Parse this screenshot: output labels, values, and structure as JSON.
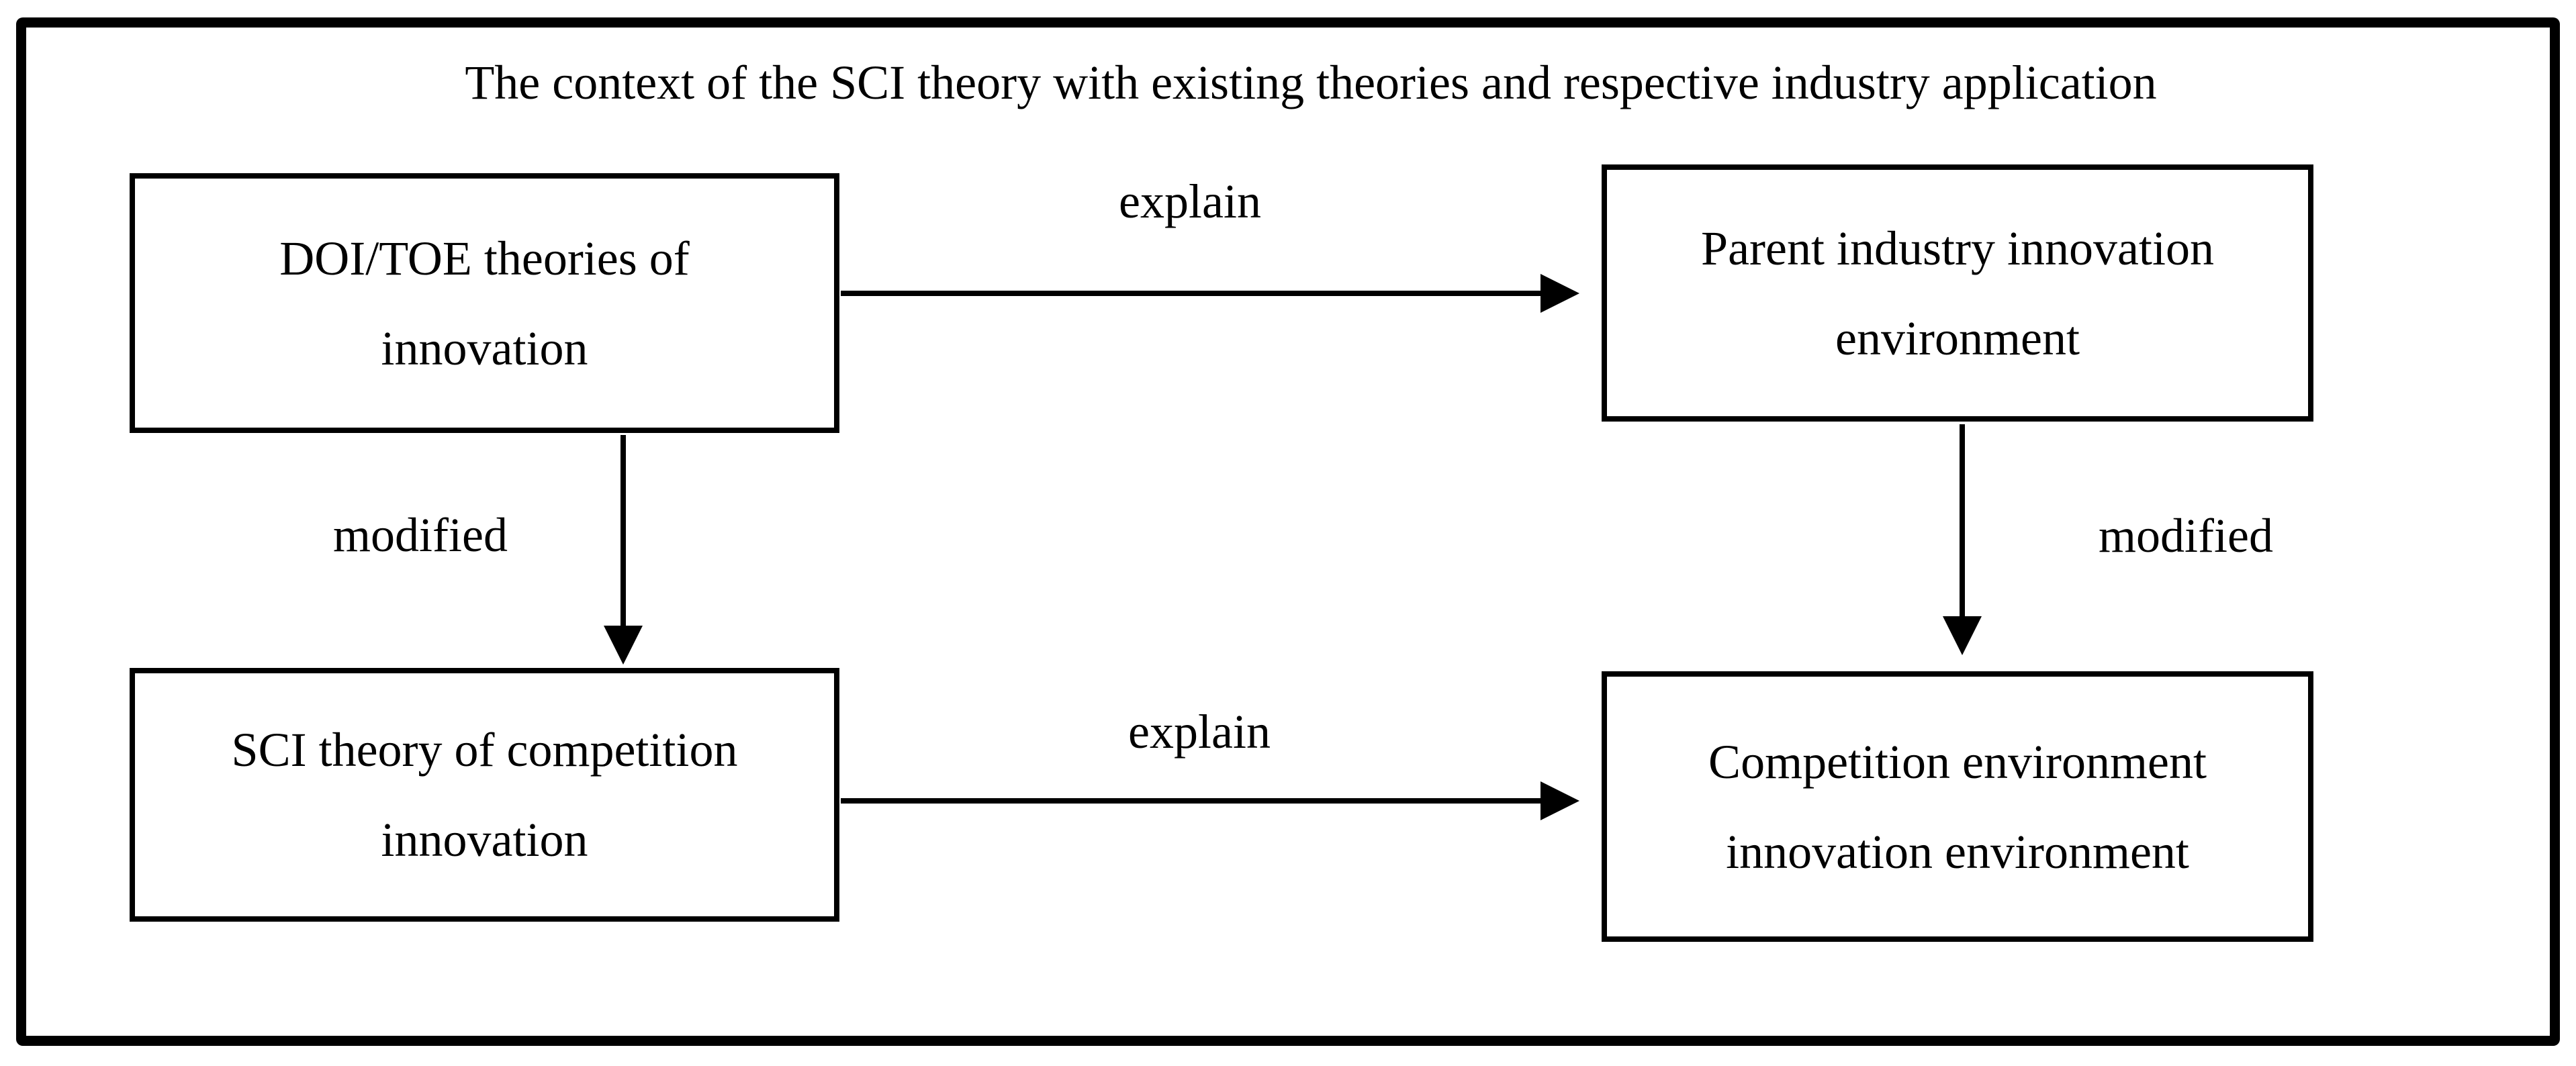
{
  "diagram": {
    "title": "The context of the SCI theory with existing theories and respective industry application",
    "colors": {
      "ink": "#000000",
      "paper": "#ffffff"
    },
    "boxes": {
      "doi_toe": {
        "line1": "DOI/TOE theories of",
        "line2": "innovation"
      },
      "parent_industry": {
        "line1": "Parent industry innovation",
        "line2": "environment"
      },
      "sci_theory": {
        "line1": "SCI theory of competition",
        "line2": "innovation"
      },
      "competition_env": {
        "line1": "Competition environment",
        "line2": "innovation environment"
      }
    },
    "labels": {
      "top_arrow": "explain",
      "bottom_arrow": "explain",
      "left_arrow": "modified",
      "right_arrow": "modified"
    }
  }
}
